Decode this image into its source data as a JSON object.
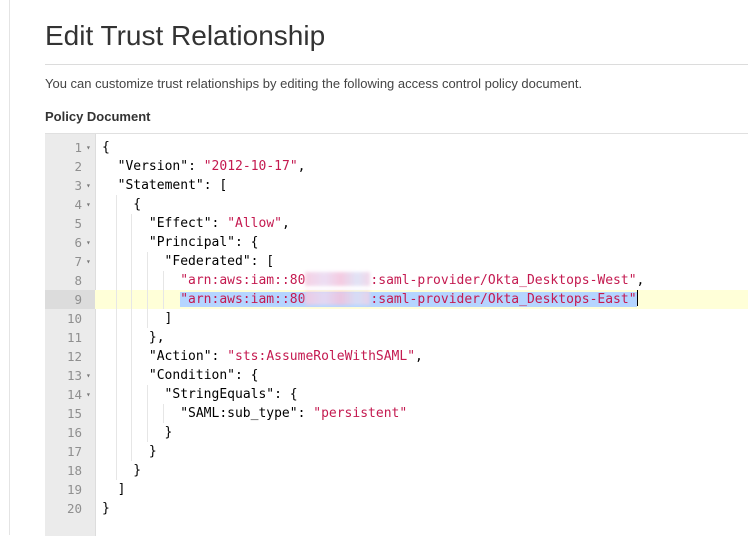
{
  "page": {
    "title": "Edit Trust Relationship",
    "description": "You can customize trust relationships by editing the following access control policy document.",
    "section_label": "Policy Document"
  },
  "editor": {
    "active_line": 9,
    "lines": [
      {
        "num": "1",
        "fold": true,
        "code": "{"
      },
      {
        "num": "2",
        "fold": false,
        "key": "\"Version\"",
        "sep": ": ",
        "value": "\"2012-10-17\"",
        "tail": ","
      },
      {
        "num": "3",
        "fold": true,
        "key": "\"Statement\"",
        "sep": ": [",
        "value": "",
        "tail": ""
      },
      {
        "num": "4",
        "fold": true,
        "code": "{"
      },
      {
        "num": "5",
        "fold": false,
        "key": "\"Effect\"",
        "sep": ": ",
        "value": "\"Allow\"",
        "tail": ","
      },
      {
        "num": "6",
        "fold": true,
        "key": "\"Principal\"",
        "sep": ": {",
        "value": "",
        "tail": ""
      },
      {
        "num": "7",
        "fold": true,
        "key": "\"Federated\"",
        "sep": ": [",
        "value": "",
        "tail": ""
      },
      {
        "num": "8",
        "fold": false,
        "value_prefix": "\"arn:aws:iam::80",
        "value_suffix": ":saml-provider/Okta_Desktops-West\"",
        "tail": ","
      },
      {
        "num": "9",
        "fold": false,
        "value_prefix": "\"arn:aws:iam::80",
        "value_suffix": ":saml-provider/Okta_Desktops-East\"",
        "tail": ""
      },
      {
        "num": "10",
        "fold": false,
        "code": "]"
      },
      {
        "num": "11",
        "fold": false,
        "code": "},"
      },
      {
        "num": "12",
        "fold": false,
        "key": "\"Action\"",
        "sep": ": ",
        "value": "\"sts:AssumeRoleWithSAML\"",
        "tail": ","
      },
      {
        "num": "13",
        "fold": true,
        "key": "\"Condition\"",
        "sep": ": {",
        "value": "",
        "tail": ""
      },
      {
        "num": "14",
        "fold": true,
        "key": "\"StringEquals\"",
        "sep": ": {",
        "value": "",
        "tail": ""
      },
      {
        "num": "15",
        "fold": false,
        "key": "\"SAML:sub_type\"",
        "sep": ": ",
        "value": "\"persistent\"",
        "tail": ""
      },
      {
        "num": "16",
        "fold": false,
        "code": "}"
      },
      {
        "num": "17",
        "fold": false,
        "code": "}"
      },
      {
        "num": "18",
        "fold": false,
        "code": "}"
      },
      {
        "num": "19",
        "fold": false,
        "code": "]"
      },
      {
        "num": "20",
        "fold": false,
        "code": "}"
      }
    ]
  },
  "colors": {
    "string": "#c41a50",
    "selection": "#b5d5ff",
    "active_line": "#ffffd8",
    "gutter": "#ebebeb"
  }
}
